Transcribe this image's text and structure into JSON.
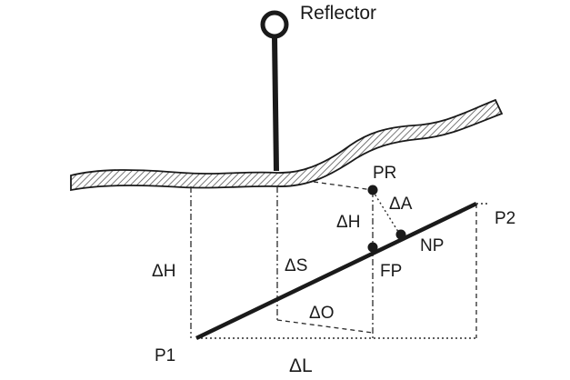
{
  "labels": {
    "reflector": "Reflector",
    "pr": "PR",
    "delta_a": "ΔA",
    "delta_h_inner": "ΔH",
    "np": "NP",
    "p2": "P2",
    "delta_h_outer": "ΔH",
    "delta_s": "ΔS",
    "fp": "FP",
    "delta_o": "ΔO",
    "p1": "P1",
    "delta_l": "ΔL"
  },
  "colors": {
    "ink": "#1a1a1a",
    "hatch": "#555555",
    "background": "#ffffff"
  }
}
